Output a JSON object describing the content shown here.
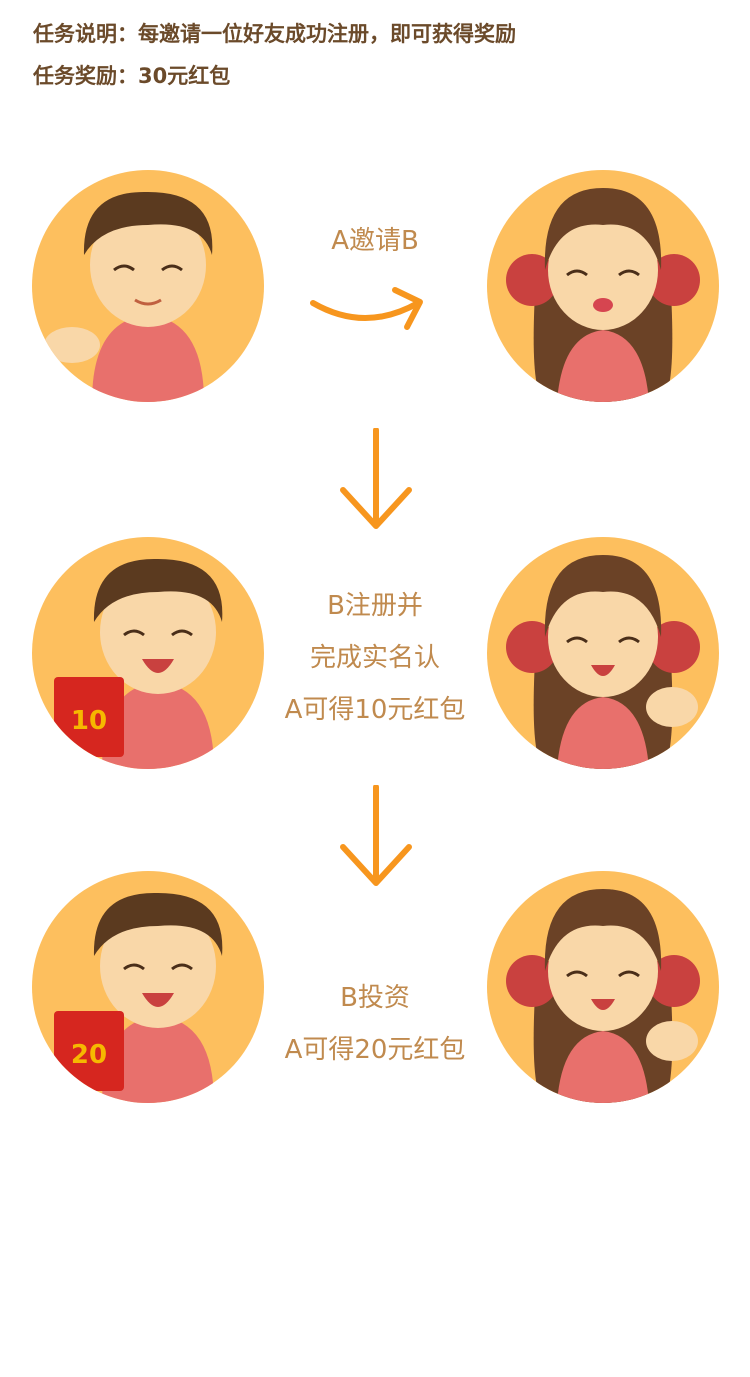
{
  "task": {
    "description": "任务说明：每邀请一位好友成功注册，即可获得奖励",
    "reward": "任务奖励：30元红包"
  },
  "steps": {
    "invite_label": "A邀请B",
    "register": {
      "line1": "B注册并",
      "line2": "完成实名认",
      "line3": "A可得10元红包"
    },
    "invest": {
      "line1": "B投资",
      "line2": "A可得20元红包"
    }
  },
  "envelopes": {
    "first": "10",
    "second": "20"
  },
  "colors": {
    "text_brown": "#6b4a2a",
    "step_text": "#c08a4e",
    "arrow_orange": "#f7961e",
    "avatar_bg": "#fdbf5e",
    "shirt": "#e8706c",
    "hair_boy": "#5b3a1f",
    "hair_girl": "#6b4226",
    "red_envelope": "#d6261f"
  }
}
